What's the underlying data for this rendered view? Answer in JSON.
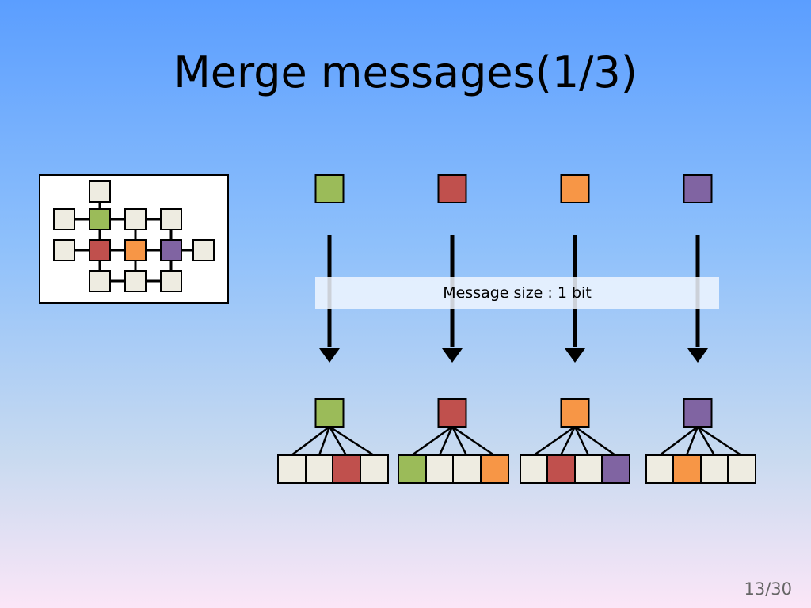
{
  "slide": {
    "title": "Merge messages(1/3)",
    "message_label": "Message size : 1 bit",
    "page_number": "13/30"
  },
  "colors": {
    "green": "#9bbb59",
    "red": "#c0504d",
    "orange": "#f79646",
    "purple": "#8064a2",
    "empty": "#eeece1"
  },
  "messages": [
    {
      "color": "green",
      "children": [
        "empty",
        "empty",
        "red",
        "empty"
      ]
    },
    {
      "color": "red",
      "children": [
        "green",
        "empty",
        "empty",
        "orange"
      ]
    },
    {
      "color": "orange",
      "children": [
        "empty",
        "red",
        "empty",
        "purple"
      ]
    },
    {
      "color": "purple",
      "children": [
        "empty",
        "orange",
        "empty",
        "empty"
      ]
    }
  ]
}
